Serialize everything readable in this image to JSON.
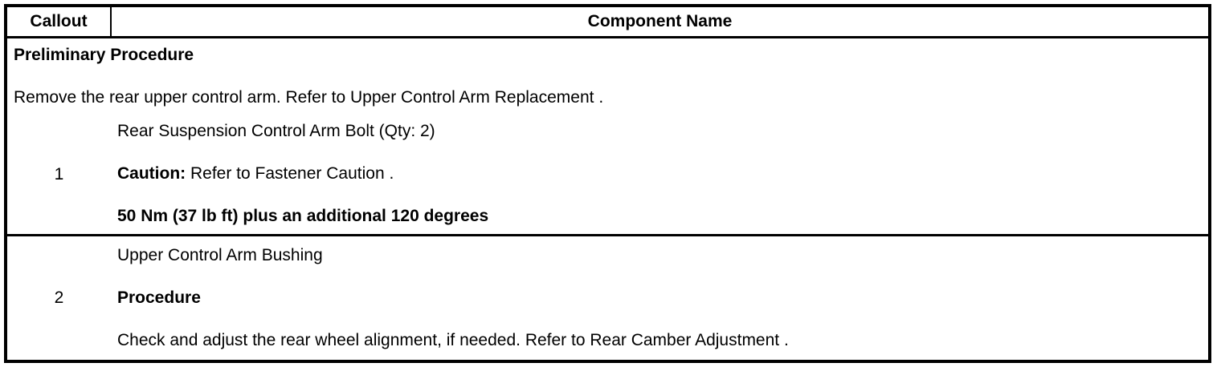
{
  "page": {
    "background_color": "#ffffff",
    "text_color": "#000000",
    "border_color": "#000000"
  },
  "table": {
    "header": {
      "callout_label": "Callout",
      "component_label": "Component Name"
    },
    "preliminary": {
      "title": "Preliminary Procedure",
      "body_prefix": "Remove the rear upper control arm. Refer to ",
      "link_text": "Upper Control Arm Replacement",
      "body_suffix": " ."
    },
    "rows": [
      {
        "callout": "1",
        "component": "Rear Suspension Control Arm Bolt (Qty: 2)",
        "caution_label": "Caution:",
        "caution_prefix": " Refer to ",
        "caution_link_text": "Fastener Caution",
        "caution_suffix": " .",
        "torque_spec": "50 Nm (37 lb ft) plus an additional 120 degrees"
      },
      {
        "callout": "2",
        "component": "Upper Control Arm Bushing",
        "procedure_label": "Procedure",
        "body_prefix": "Check and adjust the rear wheel alignment, if needed. Refer to ",
        "body_link_text": "Rear Camber Adjustment",
        "body_suffix": " ."
      }
    ]
  }
}
